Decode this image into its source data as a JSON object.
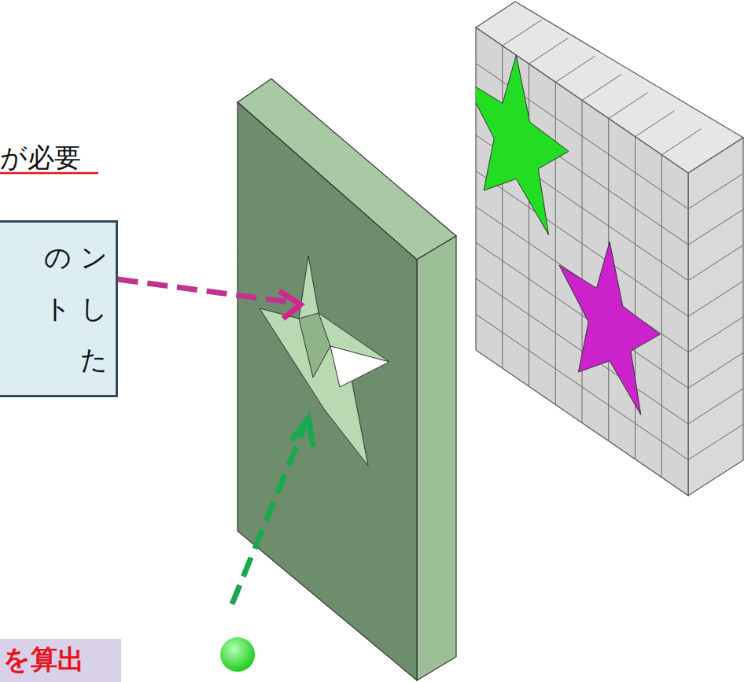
{
  "diagram": {
    "nodes": [
      {
        "text": [
          "の ント した"
        ]
      },
      {
        "text": [
          "を算出"
        ]
      }
    ],
    "labels": [
      "が必要"
    ]
  }
}
